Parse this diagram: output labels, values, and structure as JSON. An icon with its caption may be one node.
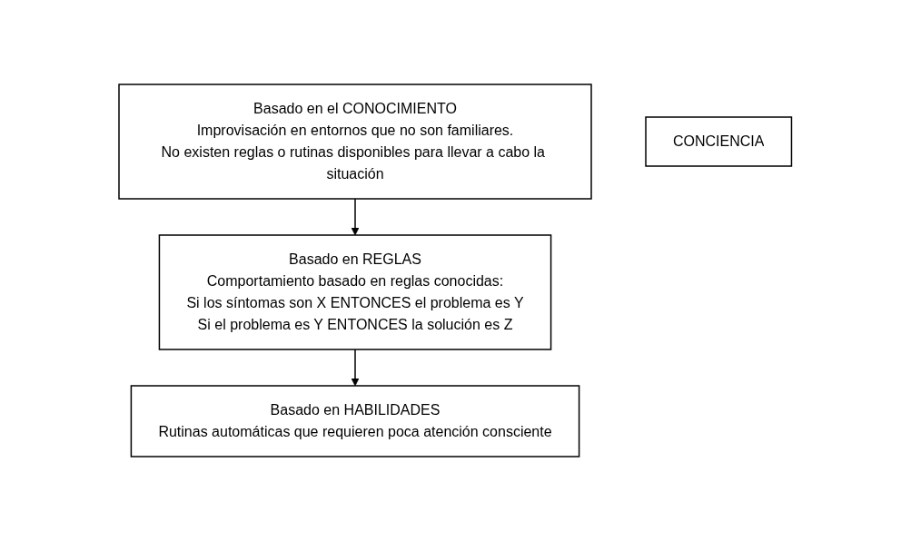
{
  "diagram": {
    "nodes": [
      {
        "text": [
          "Basado en el CONOCIMIENTO",
          "Improvisación en entornos que no son familiares.",
          "No existen reglas o rutinas disponibles para llevar a cabo la situación"
        ]
      },
      {
        "text": [
          "Basado en REGLAS",
          "Comportamiento basado en reglas conocidas:",
          "Si los síntomas son X ENTONCES el problema es Y",
          "Si el problema es Y ENTONCES la solución es Z"
        ]
      },
      {
        "text": [
          "Basado en HABILIDADES",
          "Rutinas automáticas que requieren poca atención consciente"
        ]
      },
      {
        "text": [
          "CONCIENCIA"
        ]
      }
    ],
    "edges": [
      {
        "from": 0,
        "to": 1,
        "arrow": "to"
      },
      {
        "from": 1,
        "to": 2,
        "arrow": "to"
      }
    ]
  }
}
